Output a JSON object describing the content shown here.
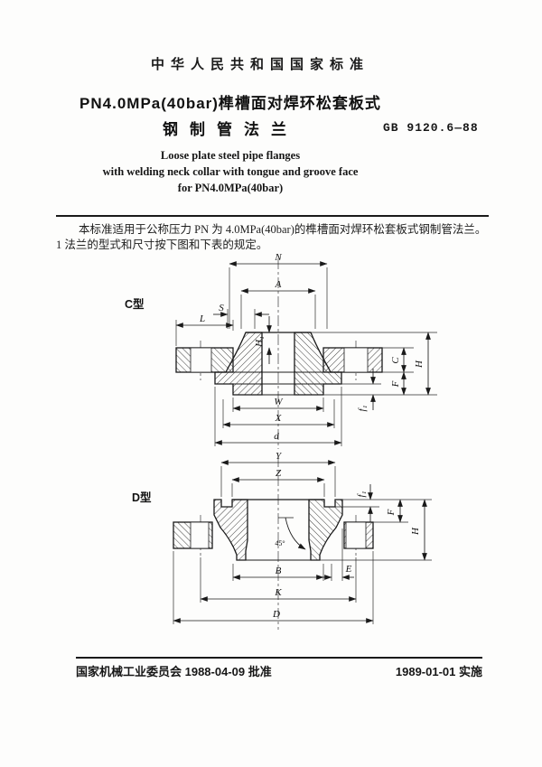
{
  "header": {
    "national_standard": "中华人民共和国国家标准",
    "title_line1": "PN4.0MPa(40bar)榫槽面对焊环松套板式",
    "title_line2": "钢制管法兰",
    "standard_code": "GB 9120.6—88",
    "subtitle_en_1": "Loose plate steel pipe flanges",
    "subtitle_en_2": "with welding neck collar with tongue and groove face",
    "subtitle_en_3": "for PN4.0MPa(40bar)"
  },
  "body": {
    "scope": "本标准适用于公称压力 PN 为 4.0MPa(40bar)的榫槽面对焊环松套板式钢制管法兰。",
    "clause_1": "1  法兰的型式和尺寸按下图和下表的规定。"
  },
  "figure_c": {
    "label": "C型",
    "dims": {
      "N": "N",
      "A": "A",
      "S": "S",
      "L": "L",
      "H1": "H₁",
      "C": "C",
      "H": "H",
      "F": "F",
      "f1": "f₁",
      "W": "W",
      "X": "X",
      "d": "d"
    }
  },
  "figure_d": {
    "label": "D型",
    "angle": "45°",
    "dims": {
      "Y": "Y",
      "Z": "Z",
      "B": "B",
      "E": "E",
      "K": "K",
      "D": "D",
      "f1": "f₁",
      "F": "F",
      "H": "H"
    }
  },
  "footer": {
    "approval": "国家机械工业委员会 1988-04-09 批准",
    "implementation": "1989-01-01 实施"
  }
}
